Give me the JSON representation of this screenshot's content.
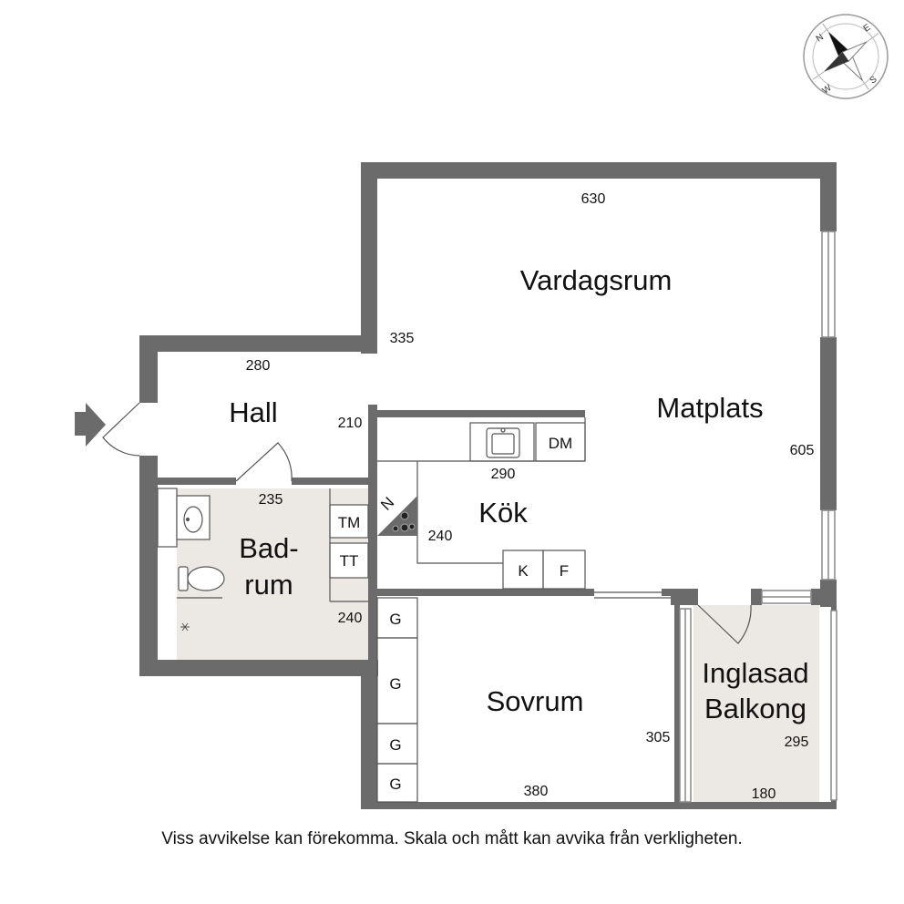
{
  "rooms": {
    "vardagsrum": "Vardagsrum",
    "matplats": "Matplats",
    "hall": "Hall",
    "kok": "Kök",
    "badrum_line1": "Bad-",
    "badrum_line2": "rum",
    "sovrum": "Sovrum",
    "balkong_line1": "Inglasad",
    "balkong_line2": "Balkong"
  },
  "dimensions": {
    "vardagsrum_width": "630",
    "vardagsrum_depth": "335",
    "matplats_depth": "605",
    "hall_width": "280",
    "hall_depth": "210",
    "badrum_width": "235",
    "badrum_depth": "240",
    "kok_width": "290",
    "kok_depth": "240",
    "sovrum_width": "380",
    "sovrum_depth": "305",
    "balkong_depth": "295",
    "balkong_width": "180"
  },
  "fixtures": {
    "dishwasher": "DM",
    "washing_machine": "TM",
    "tumble_dryer": "TT",
    "fridge": "K",
    "freezer": "F",
    "wardrobe": "G",
    "stove_mark": "N"
  },
  "compass": {
    "n": "N",
    "e": "E",
    "s": "S",
    "w": "W"
  },
  "disclaimer": "Viss avvikelse kan förekomma. Skala och mått kan avvika från verkligheten.",
  "colors": {
    "wall": "#6b6b6b",
    "wet_floor": "#ece8e4",
    "fixture_line": "#555555"
  }
}
